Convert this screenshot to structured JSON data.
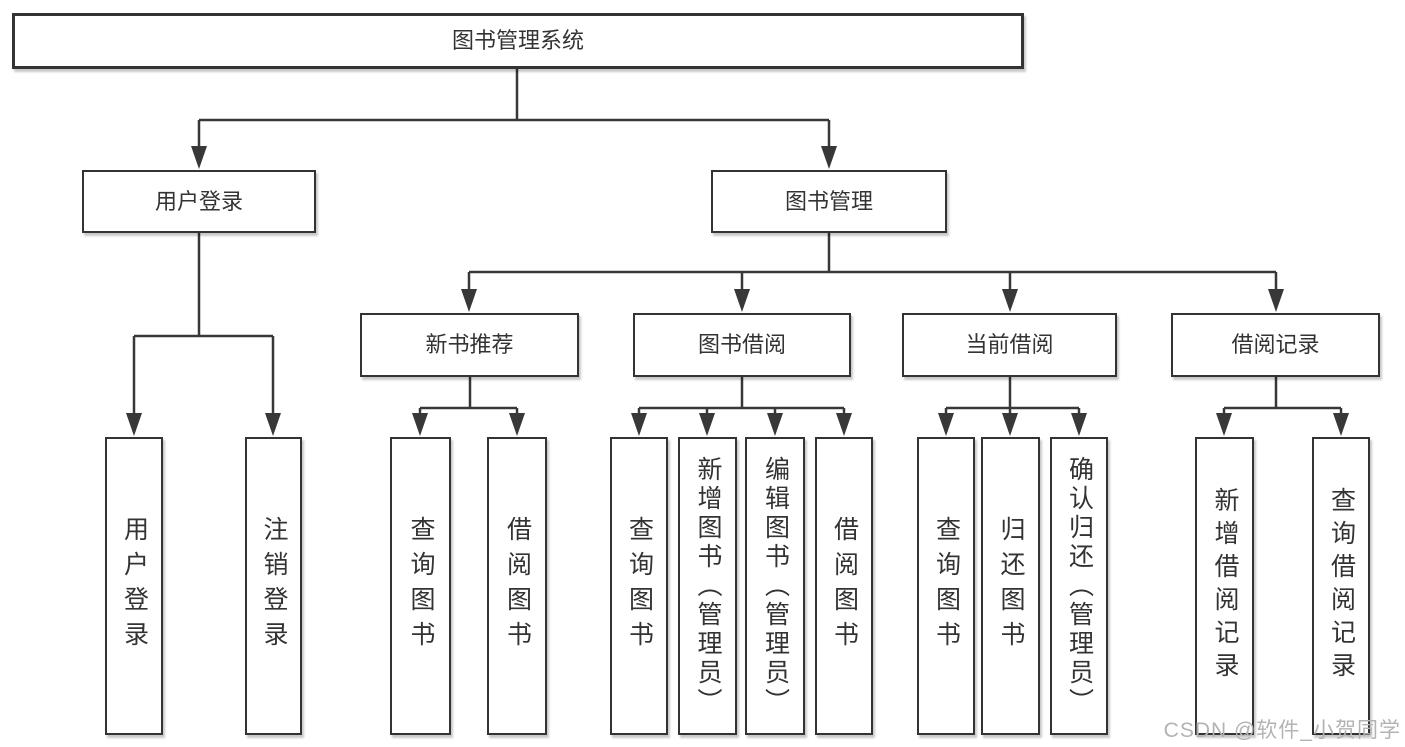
{
  "tree": {
    "root": {
      "label": "图书管理系统",
      "children": [
        {
          "label": "用户登录",
          "children": [
            {
              "label": "用户登录"
            },
            {
              "label": "注销登录"
            }
          ]
        },
        {
          "label": "图书管理",
          "children": [
            {
              "label": "新书推荐",
              "children": [
                {
                  "label": "查询图书"
                },
                {
                  "label": "借阅图书"
                }
              ]
            },
            {
              "label": "图书借阅",
              "children": [
                {
                  "label": "查询图书"
                },
                {
                  "label": "新增图书（管理员）"
                },
                {
                  "label": "编辑图书（管理员）"
                },
                {
                  "label": "借阅图书"
                }
              ]
            },
            {
              "label": "当前借阅",
              "children": [
                {
                  "label": "查询图书"
                },
                {
                  "label": "归还图书"
                },
                {
                  "label": "确认归还（管理员）"
                }
              ]
            },
            {
              "label": "借阅记录",
              "children": [
                {
                  "label": "新增借阅记录"
                },
                {
                  "label": "查询借阅记录"
                }
              ]
            }
          ]
        }
      ]
    }
  },
  "watermark": {
    "text": "CSDN @软件_小贺同学"
  },
  "colors": {
    "line": "#383838",
    "box_border": "#333333",
    "text": "#333333",
    "watermark": "#b3b3b3",
    "background": "#ffffff"
  }
}
